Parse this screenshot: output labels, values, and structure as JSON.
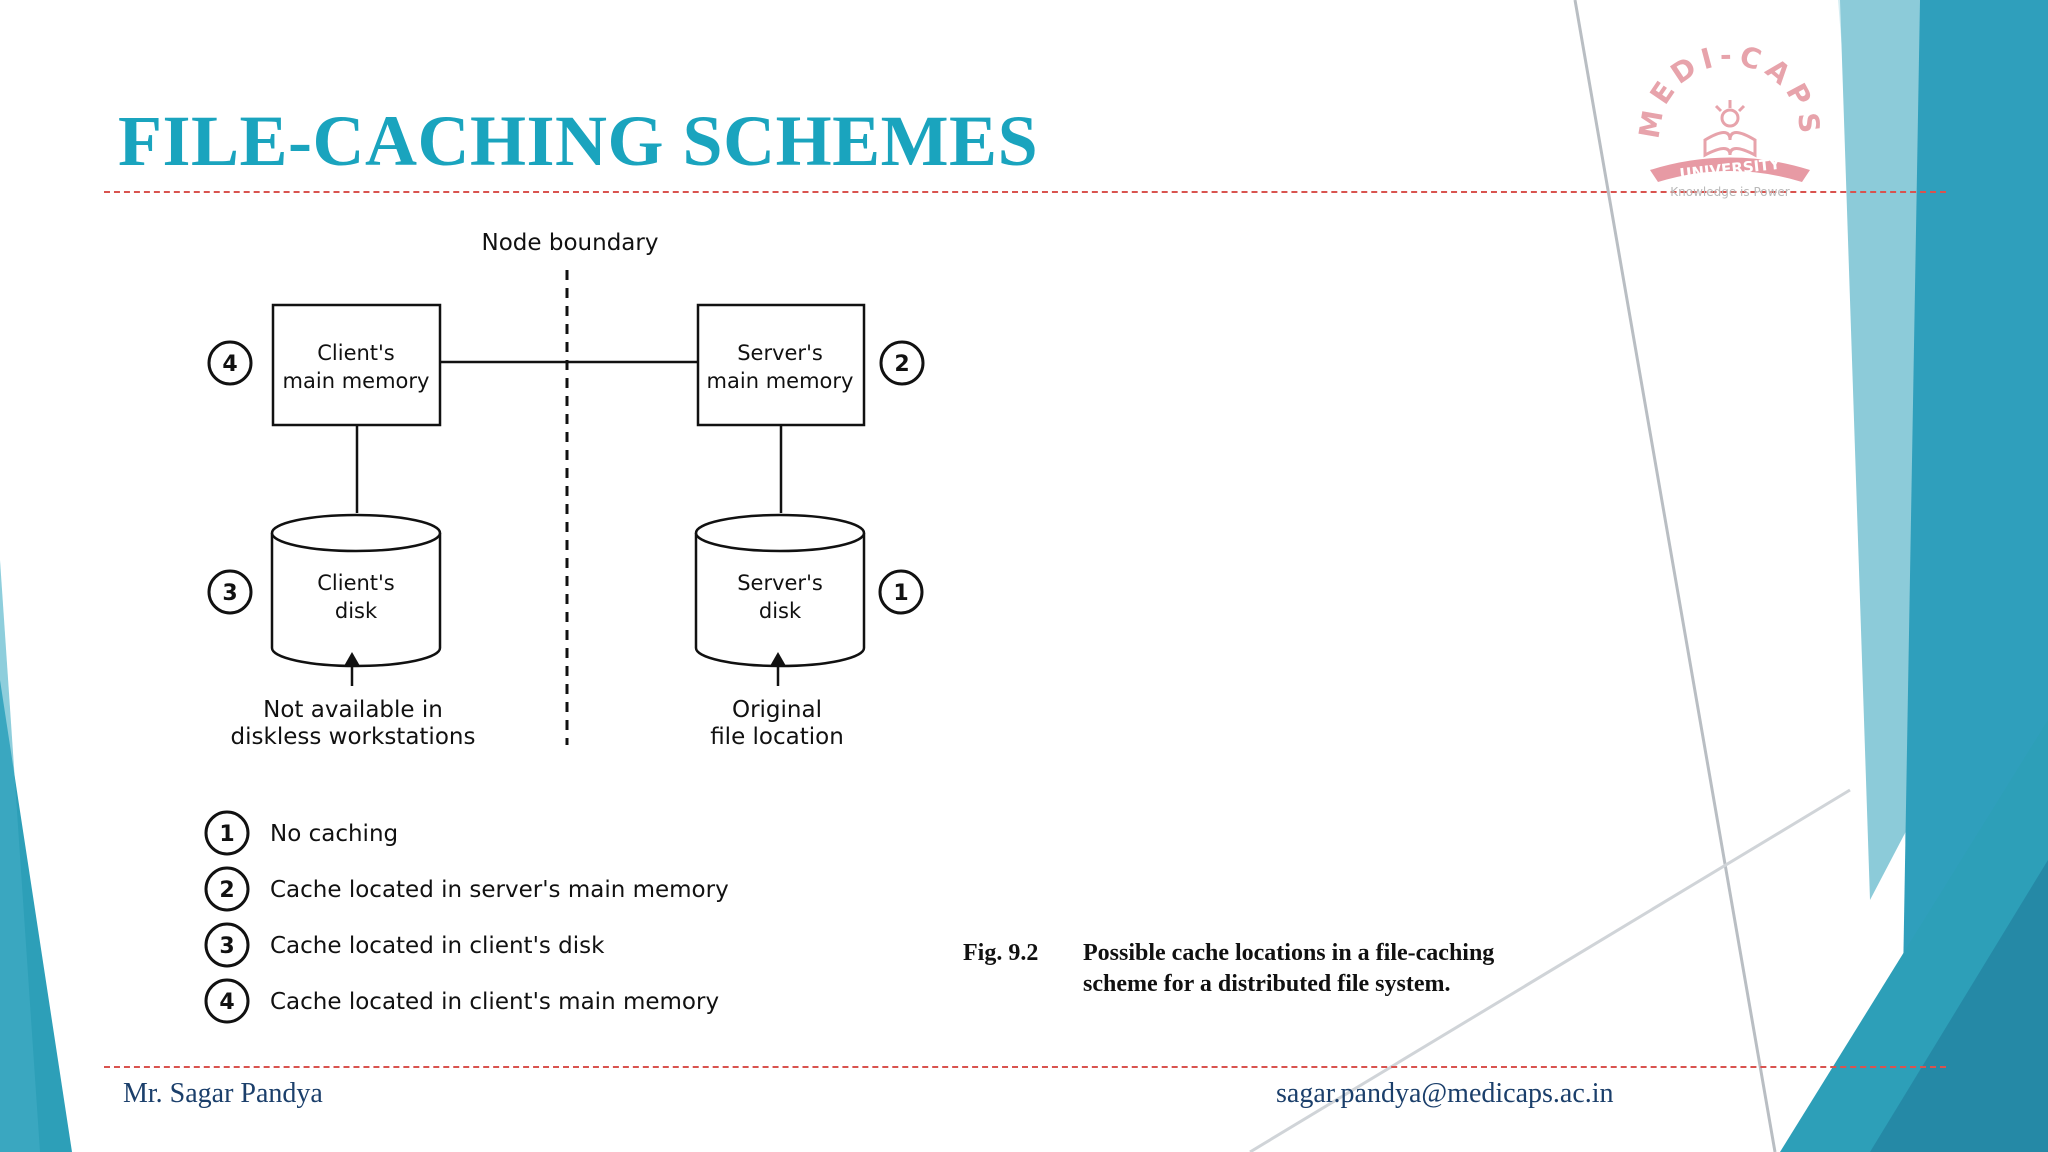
{
  "slide": {
    "title": "FILE-CACHING SCHEMES"
  },
  "diagram": {
    "node_boundary": "Node boundary",
    "client_memory": [
      "Client's",
      "main memory"
    ],
    "server_memory": [
      "Server's",
      "main memory"
    ],
    "client_disk": [
      "Client's",
      "disk"
    ],
    "server_disk": [
      "Server's",
      "disk"
    ],
    "client_note": [
      "Not available in",
      "diskless workstations"
    ],
    "server_note": [
      "Original",
      "file location"
    ],
    "markers": {
      "client_memory": "4",
      "server_memory": "2",
      "client_disk": "3",
      "server_disk": "1"
    },
    "legend": [
      {
        "num": "1",
        "text": "No caching"
      },
      {
        "num": "2",
        "text": "Cache located in server's main memory"
      },
      {
        "num": "3",
        "text": "Cache located in client's disk"
      },
      {
        "num": "4",
        "text": "Cache located in client's main memory"
      }
    ]
  },
  "caption": {
    "fig": "Fig. 9.2",
    "text": "Possible cache locations in a file-caching scheme for a distributed file system."
  },
  "footer": {
    "author": "Mr. Sagar Pandya",
    "email": "sagar.pandya@medicaps.ac.in"
  },
  "logo": {
    "name": "MEDI-CAPS",
    "banner": "UNIVERSITY",
    "tagline": "Knowledge is Power",
    "icon": "book-lamp-icon"
  },
  "colors": {
    "title": "#1aa4be",
    "accent_teal": "#2d9fb8",
    "divider": "#d9534f",
    "footer_text": "#1b3f6b",
    "logo_pink": "#e7a3ab"
  }
}
